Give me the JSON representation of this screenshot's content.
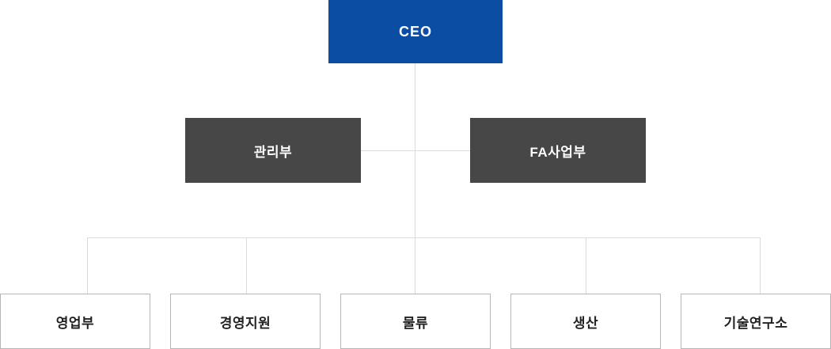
{
  "org_chart": {
    "root": {
      "label": "CEO"
    },
    "level2": [
      {
        "label": "관리부"
      },
      {
        "label": "FA사업부"
      }
    ],
    "level3": [
      {
        "label": "영업부"
      },
      {
        "label": "경영지원"
      },
      {
        "label": "물류"
      },
      {
        "label": "생산"
      },
      {
        "label": "기술연구소"
      }
    ],
    "colors": {
      "root_bg": "#0b4da2",
      "root_text": "#ffffff",
      "dept_bg": "#474747",
      "dept_text": "#ffffff",
      "leaf_bg": "#ffffff",
      "leaf_border": "#b5b5b5",
      "leaf_text": "#222222",
      "line": "#dcdcdc"
    }
  }
}
